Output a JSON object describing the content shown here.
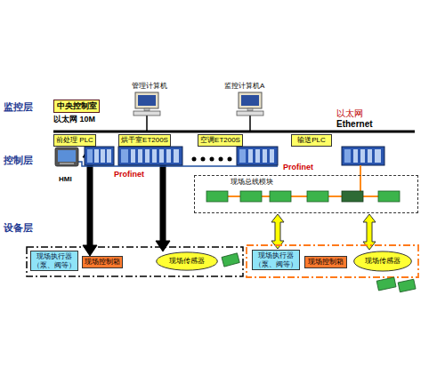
{
  "diagram": {
    "nodes": [
      {
        "text": [
          "中央控制室"
        ]
      },
      {
        "text": [
          "前处理 PLC"
        ]
      },
      {
        "text": [
          "烘干室ET200S"
        ]
      },
      {
        "text": [
          "空调ET200S"
        ]
      },
      {
        "text": [
          "输送PLC"
        ]
      },
      {
        "text": [
          "现场总线模块"
        ]
      },
      {
        "text": [
          "现场执行器 （泵、阀等）"
        ]
      },
      {
        "text": [
          "现场控制箱"
        ]
      },
      {
        "text": [
          "现场传感器"
        ]
      },
      {
        "text": [
          "现场执行器 （泵、阀等）"
        ]
      },
      {
        "text": [
          "现场控制箱"
        ]
      },
      {
        "text": [
          "现场传感器"
        ]
      }
    ],
    "edges": [
      {
        "from": 1,
        "to": 7,
        "arrow": "both"
      },
      {
        "from": 2,
        "to": 8,
        "arrow": "both"
      },
      {
        "from": 5,
        "to": 9,
        "arrow": "both"
      },
      {
        "from": 5,
        "to": 11,
        "arrow": "both"
      }
    ],
    "labels": [
      "监控层",
      "控制层",
      "设备层",
      "管理计算机",
      "监控计算机A",
      "以太网 10M",
      "以太网",
      "Ethernet",
      "Profinet",
      "Profinet",
      "HMI"
    ]
  }
}
